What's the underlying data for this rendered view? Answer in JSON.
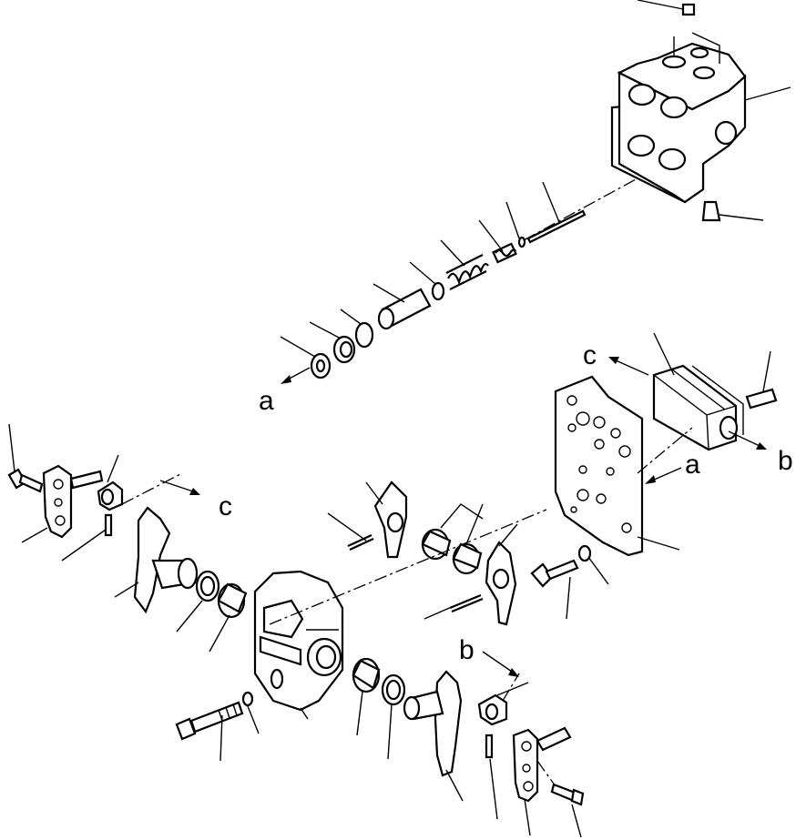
{
  "callouts": {
    "a_top": "a",
    "a_right": "a",
    "b_right": "b",
    "b_bottom": "b",
    "c_top": "c",
    "c_left": "c"
  }
}
